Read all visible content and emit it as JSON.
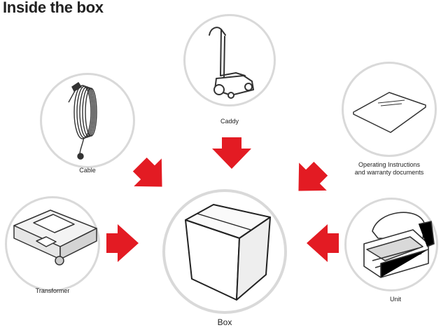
{
  "title": "Inside the box",
  "items": {
    "cable": {
      "label": "Cable",
      "icon": "cable-icon"
    },
    "caddy": {
      "label": "Caddy",
      "icon": "caddy-icon"
    },
    "documents": {
      "label_line1": "Operating Instructions",
      "label_line2": "and warranty documents",
      "icon": "documents-icon"
    },
    "transformer": {
      "label": "Transformer",
      "icon": "transformer-icon"
    },
    "box": {
      "label": "Box",
      "icon": "box-icon"
    },
    "unit": {
      "label": "Unit",
      "icon": "robot-unit-icon"
    }
  },
  "colors": {
    "arrow": "#e31b23",
    "circle_border": "#d9d9d9",
    "line": "#333333"
  }
}
